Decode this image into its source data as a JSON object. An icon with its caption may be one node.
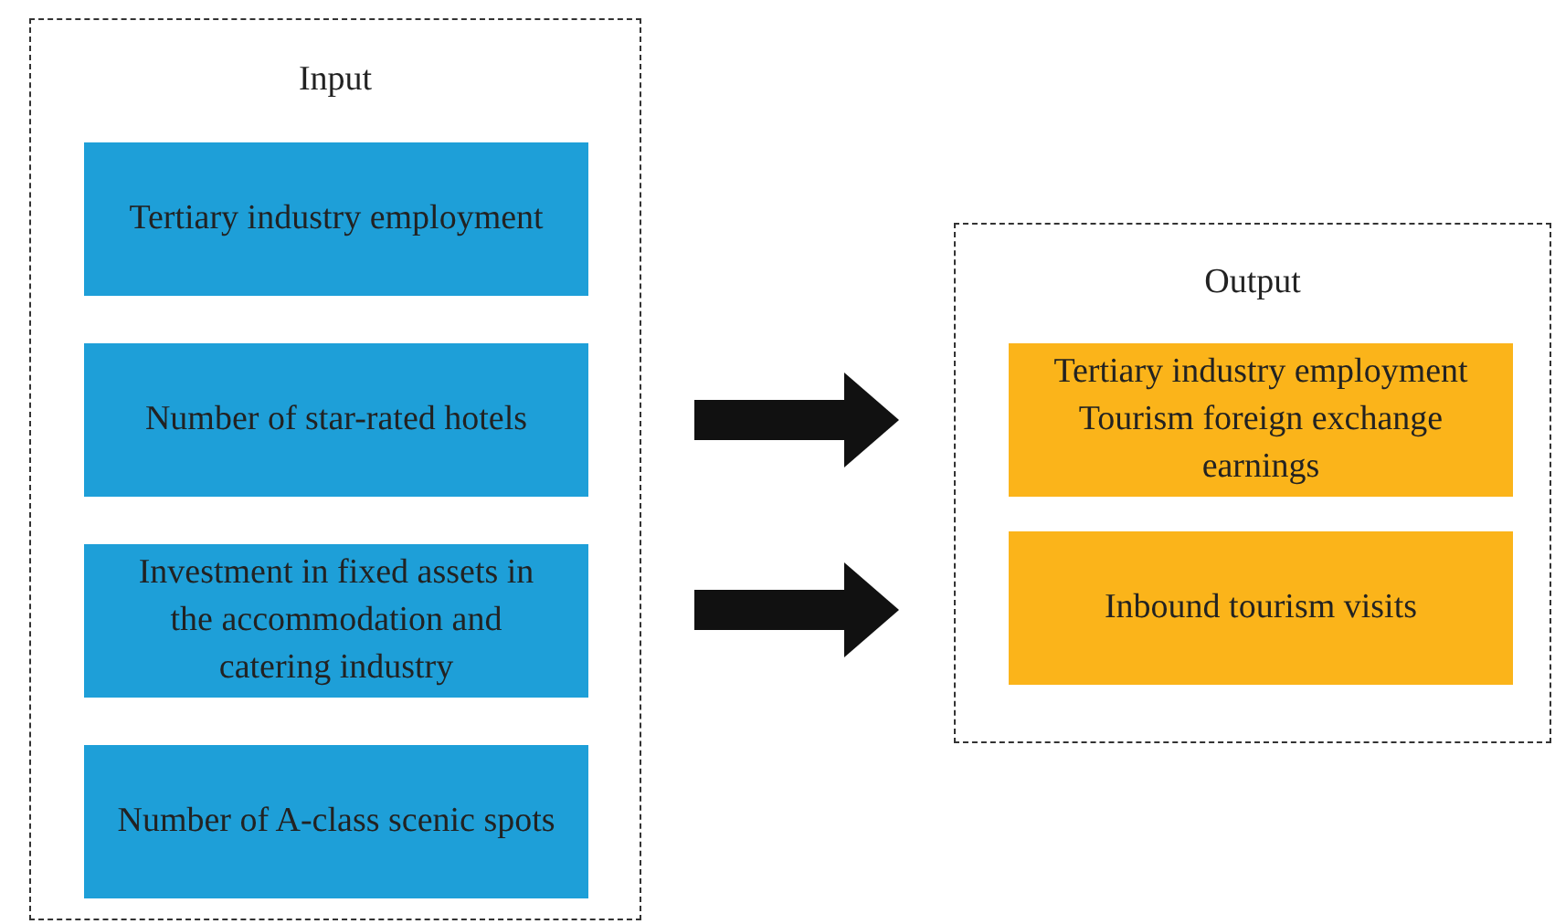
{
  "diagram": {
    "nodes": [
      {
        "text": [
          "Input"
        ]
      },
      {
        "text": [
          "Tertiary industry employment"
        ],
        "in": 0
      },
      {
        "text": [
          "Number of star-rated hotels"
        ],
        "in": 0
      },
      {
        "text": [
          "Investment in fixed assets in the accommodation and catering industry"
        ],
        "in": 0
      },
      {
        "text": [
          "Number of A-class scenic spots"
        ],
        "in": 0
      },
      {
        "text": [
          "Output"
        ]
      },
      {
        "text": [
          "Tertiary industry employment Tourism foreign exchange earnings"
        ],
        "in": 5
      },
      {
        "text": [
          "Inbound tourism visits"
        ],
        "in": 5
      }
    ],
    "edges": [
      {
        "from": 0,
        "to": 5,
        "arrow": "to"
      },
      {
        "from": 0,
        "to": 5,
        "arrow": "to"
      }
    ]
  }
}
